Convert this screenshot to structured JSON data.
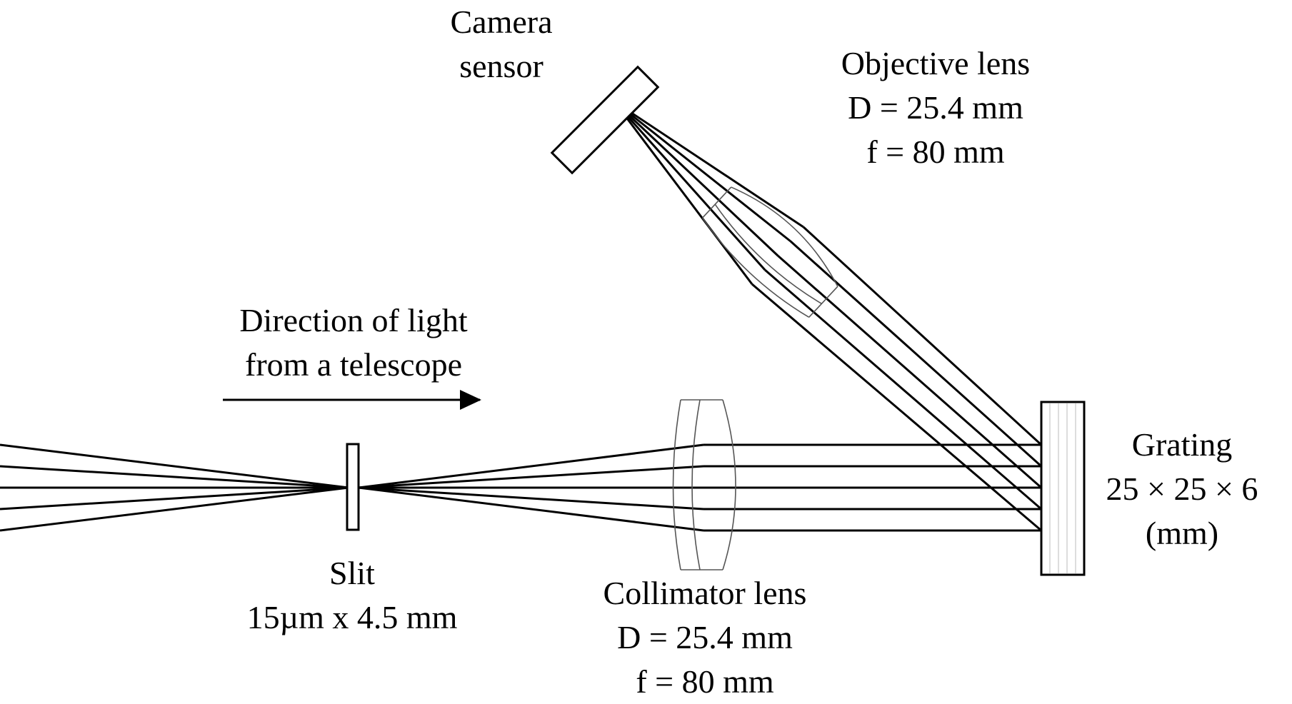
{
  "labels": {
    "camera": {
      "line1": "Camera",
      "line2": "sensor"
    },
    "objective": {
      "line1": "Objective lens",
      "line2": "D = 25.4 mm",
      "line3": "f = 80 mm"
    },
    "direction": {
      "line1": "Direction of light",
      "line2": "from a telescope"
    },
    "grating": {
      "line1": "Grating",
      "line2": "25 × 25 × 6",
      "line3": "(mm)"
    },
    "slit": {
      "line1": "Slit",
      "line2": "15µm x 4.5 mm"
    },
    "collimator": {
      "line1": "Collimator lens",
      "line2": "D = 25.4 mm",
      "line3": "f = 80 mm"
    }
  },
  "colors": {
    "stroke": "#000000",
    "lens_stroke": "#666666",
    "background": "#ffffff"
  }
}
